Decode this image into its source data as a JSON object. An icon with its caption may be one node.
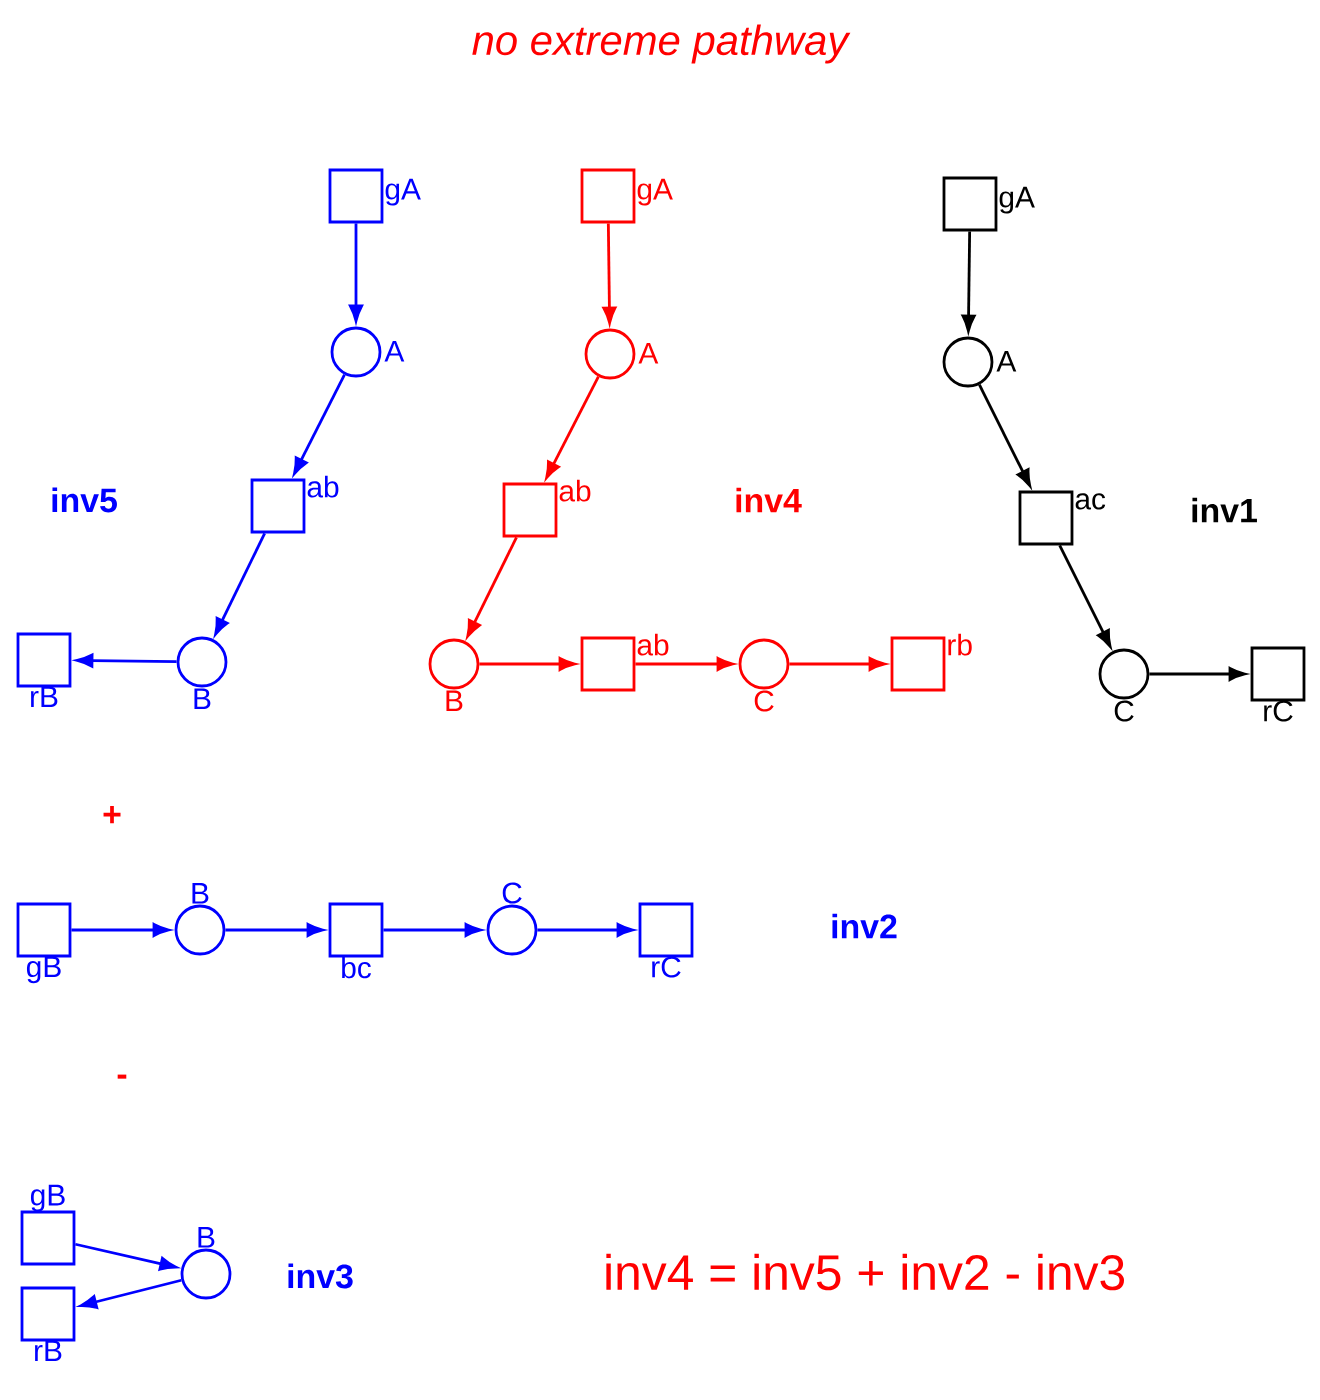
{
  "diagram": {
    "title": "no extreme pathway",
    "nodes": [
      {
        "text": [],
        "shape": "box",
        "beside": [
          "gA"
        ]
      },
      {
        "text": [],
        "shape": "circle",
        "beside": [
          "A"
        ]
      },
      {
        "text": [],
        "shape": "box",
        "beside": [
          "ab"
        ]
      },
      {
        "text": [],
        "shape": "circle",
        "beside": [
          "B"
        ]
      },
      {
        "text": [],
        "shape": "box",
        "beside": [
          "rB"
        ]
      },
      {
        "text": [],
        "shape": "box",
        "beside": [
          "gA"
        ]
      },
      {
        "text": [],
        "shape": "circle",
        "beside": [
          "A"
        ]
      },
      {
        "text": [],
        "shape": "box",
        "beside": [
          "ab"
        ]
      },
      {
        "text": [],
        "shape": "circle",
        "beside": [
          "B"
        ]
      },
      {
        "text": [],
        "shape": "box",
        "beside": [
          "ab"
        ]
      },
      {
        "text": [],
        "shape": "circle",
        "beside": [
          "C"
        ]
      },
      {
        "text": [],
        "shape": "box",
        "beside": [
          "rb"
        ]
      },
      {
        "text": [],
        "shape": "box",
        "beside": [
          "gA"
        ]
      },
      {
        "text": [],
        "shape": "circle",
        "beside": [
          "A"
        ]
      },
      {
        "text": [],
        "shape": "box",
        "beside": [
          "ac"
        ]
      },
      {
        "text": [],
        "shape": "circle",
        "beside": [
          "C"
        ]
      },
      {
        "text": [],
        "shape": "box",
        "beside": [
          "rC"
        ]
      },
      {
        "text": [],
        "shape": "box",
        "beside": [
          "gB"
        ]
      },
      {
        "text": [],
        "shape": "circle",
        "beside": [
          "B"
        ]
      },
      {
        "text": [],
        "shape": "box",
        "beside": [
          "bc"
        ]
      },
      {
        "text": [],
        "shape": "circle",
        "beside": [
          "C"
        ]
      },
      {
        "text": [],
        "shape": "box",
        "beside": [
          "rC"
        ]
      },
      {
        "text": [],
        "shape": "box",
        "beside": [
          "gB"
        ]
      },
      {
        "text": [],
        "shape": "circle",
        "beside": [
          "B"
        ]
      },
      {
        "text": [],
        "shape": "box",
        "beside": [
          "rB"
        ]
      }
    ],
    "edges": [
      {
        "from": 0,
        "to": 1,
        "arrow": "to"
      },
      {
        "from": 1,
        "to": 2,
        "arrow": "to"
      },
      {
        "from": 2,
        "to": 3,
        "arrow": "to"
      },
      {
        "from": 3,
        "to": 4,
        "arrow": "to"
      },
      {
        "from": 5,
        "to": 6,
        "arrow": "to",
        "color": "#ff0000"
      },
      {
        "from": 6,
        "to": 7,
        "arrow": "to",
        "color": "#ff0000"
      },
      {
        "from": 7,
        "to": 8,
        "arrow": "to",
        "color": "#ff0000"
      },
      {
        "from": 8,
        "to": 9,
        "arrow": "to",
        "color": "#ff0000"
      },
      {
        "from": 9,
        "to": 10,
        "arrow": "to",
        "color": "#ff0000"
      },
      {
        "from": 10,
        "to": 11,
        "arrow": "to",
        "color": "#ff0000"
      },
      {
        "from": 12,
        "to": 13,
        "arrow": "to",
        "color": "#000000"
      },
      {
        "from": 13,
        "to": 14,
        "arrow": "to",
        "color": "#000000"
      },
      {
        "from": 14,
        "to": 15,
        "arrow": "to",
        "color": "#000000"
      },
      {
        "from": 15,
        "to": 16,
        "arrow": "to",
        "color": "#000000"
      },
      {
        "from": 17,
        "to": 18,
        "arrow": "to"
      },
      {
        "from": 18,
        "to": 19,
        "arrow": "to"
      },
      {
        "from": 19,
        "to": 20,
        "arrow": "to"
      },
      {
        "from": 20,
        "to": 21,
        "arrow": "to"
      },
      {
        "from": 22,
        "to": 23,
        "arrow": "to"
      },
      {
        "from": 23,
        "to": 24,
        "arrow": "to"
      }
    ],
    "labels": [
      "inv5",
      "inv4",
      "inv1",
      "+",
      "inv2",
      "-",
      "inv3",
      "inv4 = inv5 + inv2 - inv3"
    ]
  }
}
